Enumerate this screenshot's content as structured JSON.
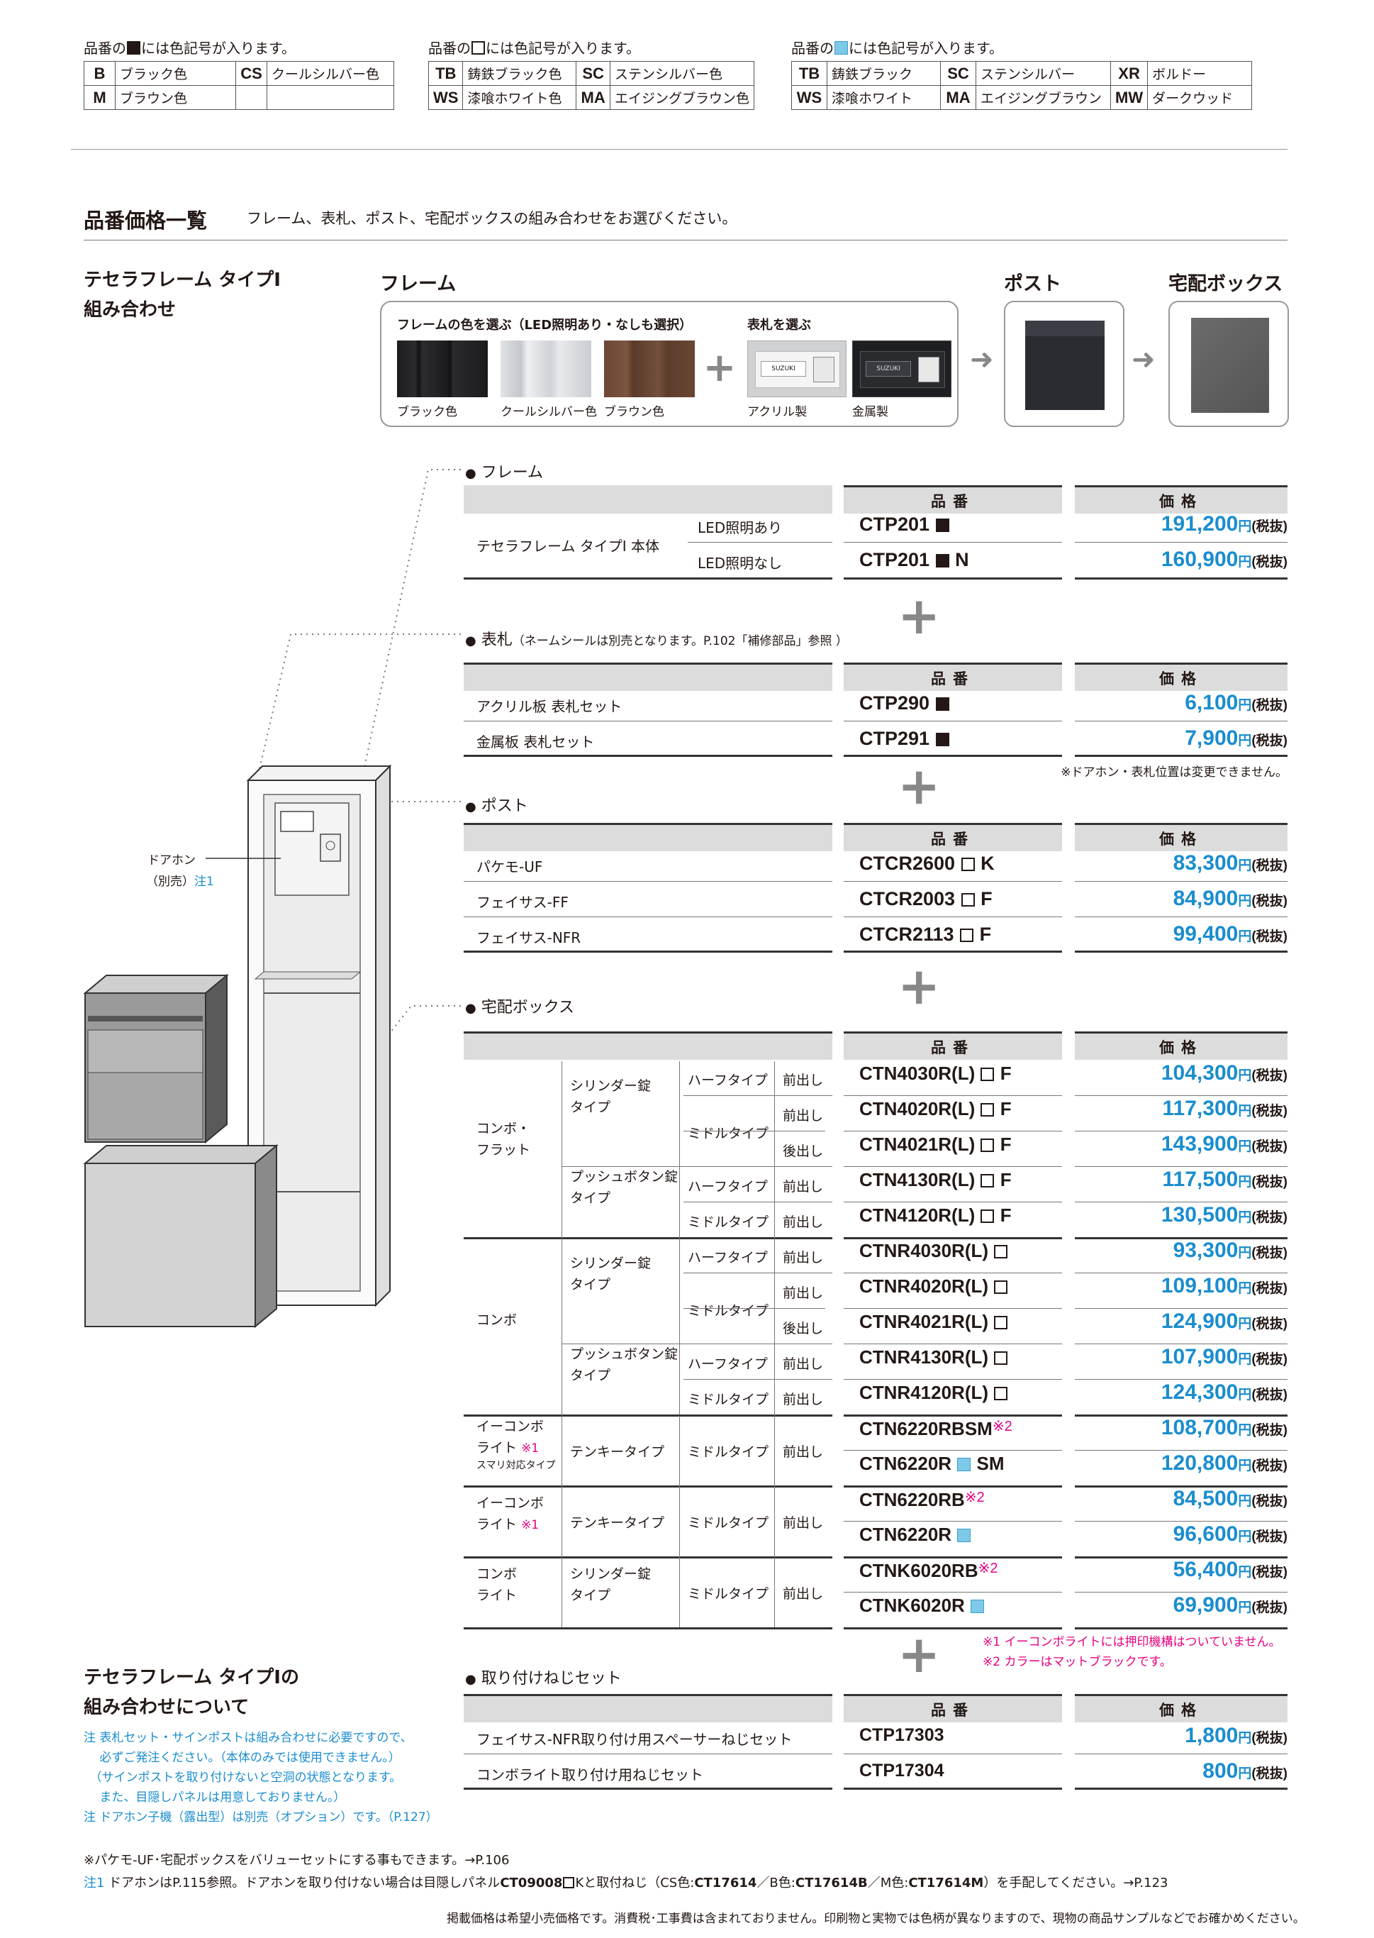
{
  "color_tables": [
    {
      "title_pre": "品番の",
      "title_mark": "fill",
      "title_post": "には色記号が入ります。",
      "rows": [
        [
          {
            "c": "B",
            "n": "ブラック色"
          },
          {
            "c": "CS",
            "n": "クールシルバー色"
          }
        ],
        [
          {
            "c": "M",
            "n": "ブラウン色"
          },
          {
            "c": "",
            "n": ""
          }
        ]
      ]
    },
    {
      "title_pre": "品番の",
      "title_mark": "open",
      "title_post": "には色記号が入ります。",
      "rows": [
        [
          {
            "c": "TB",
            "n": "鋳鉄ブラック色"
          },
          {
            "c": "SC",
            "n": "ステンシルバー色"
          }
        ],
        [
          {
            "c": "WS",
            "n": "漆喰ホワイト色"
          },
          {
            "c": "MA",
            "n": "エイジングブラウン色"
          }
        ]
      ]
    },
    {
      "title_pre": "品番の",
      "title_mark": "blue",
      "title_post": "には色記号が入ります。",
      "rows": [
        [
          {
            "c": "TB",
            "n": "鋳鉄ブラック"
          },
          {
            "c": "SC",
            "n": "ステンシルバー"
          },
          {
            "c": "XR",
            "n": "ボルドー"
          }
        ],
        [
          {
            "c": "WS",
            "n": "漆喰ホワイト"
          },
          {
            "c": "MA",
            "n": "エイジングブラウン"
          },
          {
            "c": "MW",
            "n": "ダークウッド"
          }
        ]
      ]
    }
  ],
  "section": {
    "title": "品番価格一覧",
    "subtitle": "フレーム、表札、ポスト、宅配ボックスの組み合わせをお選びください。"
  },
  "left_title": [
    "テセラフレーム タイプⅠ",
    "組み合わせ"
  ],
  "col_headers": {
    "frame": "フレーム",
    "post": "ポスト",
    "box": "宅配ボックス"
  },
  "selector": {
    "frame_label": "フレームの色を選ぶ（LED照明あり・なしも選択）",
    "plate_label": "表札を選ぶ",
    "swatches": [
      {
        "name": "ブラック色",
        "color": "#1c1c1e"
      },
      {
        "name": "クールシルバー色",
        "color": "#d4d6d9"
      },
      {
        "name": "ブラウン色",
        "color": "#6a4634"
      }
    ],
    "plates": [
      {
        "name": "アクリル製",
        "brand": "SUZUKI"
      },
      {
        "name": "金属製",
        "brand": "SUZUKI"
      }
    ]
  },
  "doorphone": {
    "line1": "ドアホン",
    "line2": "（別売）",
    "note": "注1"
  },
  "table_headers": {
    "code": "品番",
    "price": "価格"
  },
  "tax": "(税抜)",
  "yen": "円",
  "frame": {
    "head": "フレーム",
    "name": "テセラフレーム タイプⅠ 本体",
    "rows": [
      {
        "sub": "LED照明あり",
        "code": "CTP201",
        "mark": "fill",
        "suffix": "",
        "price": "191,200"
      },
      {
        "sub": "LED照明なし",
        "code": "CTP201",
        "mark": "fill",
        "suffix": "N",
        "price": "160,900"
      }
    ]
  },
  "plate": {
    "head": "表札",
    "head_note": "（ネームシールは別売となります。P.102「補修部品」参照 ）",
    "rows": [
      {
        "name": "アクリル板 表札セット",
        "code": "CTP290",
        "mark": "fill",
        "suffix": "",
        "price": "6,100"
      },
      {
        "name": "金属板 表札セット",
        "code": "CTP291",
        "mark": "fill",
        "suffix": "",
        "price": "7,900"
      }
    ],
    "note": "※ドアホン・表札位置は変更できません。"
  },
  "post": {
    "head": "ポスト",
    "rows": [
      {
        "name": "パケモ-UF",
        "code": "CTCR2600",
        "mark": "open",
        "suffix": "K",
        "price": "83,300"
      },
      {
        "name": "フェイサス-FF",
        "code": "CTCR2003",
        "mark": "open",
        "suffix": "F",
        "price": "84,900"
      },
      {
        "name": "フェイサス-NFR",
        "code": "CTCR2113",
        "mark": "open",
        "suffix": "F",
        "price": "99,400"
      }
    ]
  },
  "box": {
    "head": "宅配ボックス",
    "groups": [
      {
        "l1": "コンボ・",
        "l2": "フラット"
      },
      {
        "l1": "コンボ",
        "l2": ""
      },
      {
        "l1": "イーコンボ",
        "l2": "ライト",
        "l2note": "※1",
        "l3": "スマリ対応タイプ"
      },
      {
        "l1": "イーコンボ",
        "l2": "ライト",
        "l2note": "※1"
      },
      {
        "l1": "コンボ",
        "l2": "ライト"
      }
    ],
    "locks": {
      "cyl": [
        "シリンダー錠",
        "タイプ"
      ],
      "push": [
        "プッシュボタン錠",
        "タイプ"
      ],
      "tenkey": "テンキータイプ"
    },
    "types": {
      "half": "ハーフタイプ",
      "middle": "ミドルタイプ"
    },
    "open": {
      "front": "前出し",
      "back": "後出し"
    },
    "rows": [
      {
        "code": "CTN4030R(L)",
        "mark": "open",
        "suffix": "F",
        "price": "104,300"
      },
      {
        "code": "CTN4020R(L)",
        "mark": "open",
        "suffix": "F",
        "price": "117,300"
      },
      {
        "code": "CTN4021R(L)",
        "mark": "open",
        "suffix": "F",
        "price": "143,900"
      },
      {
        "code": "CTN4130R(L)",
        "mark": "open",
        "suffix": "F",
        "price": "117,500"
      },
      {
        "code": "CTN4120R(L)",
        "mark": "open",
        "suffix": "F",
        "price": "130,500"
      },
      {
        "code": "CTNR4030R(L)",
        "mark": "open",
        "suffix": "",
        "price": "93,300"
      },
      {
        "code": "CTNR4020R(L)",
        "mark": "open",
        "suffix": "",
        "price": "109,100"
      },
      {
        "code": "CTNR4021R(L)",
        "mark": "open",
        "suffix": "",
        "price": "124,900"
      },
      {
        "code": "CTNR4130R(L)",
        "mark": "open",
        "suffix": "",
        "price": "107,900"
      },
      {
        "code": "CTNR4120R(L)",
        "mark": "open",
        "suffix": "",
        "price": "124,300"
      },
      {
        "code": "CTN6220RBSM",
        "mark": "",
        "suffix": "",
        "note": "※2",
        "price": "108,700"
      },
      {
        "code": "CTN6220R",
        "mark": "blue",
        "suffix": "SM",
        "price": "120,800"
      },
      {
        "code": "CTN6220RB",
        "mark": "",
        "suffix": "",
        "note": "※2",
        "price": "84,500"
      },
      {
        "code": "CTN6220R",
        "mark": "blue",
        "suffix": "",
        "price": "96,600"
      },
      {
        "code": "CTNK6020RB",
        "mark": "",
        "suffix": "",
        "note": "※2",
        "price": "56,400"
      },
      {
        "code": "CTNK6020R",
        "mark": "blue",
        "suffix": "",
        "price": "69,900"
      }
    ],
    "notes": [
      "※1 イーコンボライトには押印機構はついていません。",
      "※2 カラーはマットブラックです。"
    ]
  },
  "screw": {
    "head": "取り付けねじセット",
    "rows": [
      {
        "name": "フェイサス-NFR取り付け用スペーサーねじセット",
        "code": "CTP17303",
        "price": "1,800"
      },
      {
        "name": "コンボライト取り付け用ねじセット",
        "code": "CTP17304",
        "price": "800"
      }
    ]
  },
  "about": {
    "title": [
      "テセラフレーム タイプⅠの",
      "組み合わせについて"
    ],
    "notes": [
      "注 表札セット・サインポストは組み合わせに必要ですので、",
      "　 必ずご発注ください。（本体のみでは使用できません。）",
      "　（サインポストを取り付けないと空洞の状態となります。",
      "　 また、目隠しパネルは用意しておりません。）",
      "注 ドアホン子機（露出型）は別売（オプション）です。（P.127）"
    ]
  },
  "footer": {
    "n1": "※パケモ-UF･宅配ボックスをバリューセットにする事もできます。→P.106",
    "n2_label": "注1",
    "n2_a": " ドアホンはP.115参照。ドアホンを取り付けない場合は目隠しパネル",
    "n2_code": "CT09008",
    "n2_b": "Kと取付ねじ（CS色:",
    "n2_c1": "CT17614",
    "n2_d": "／B色:",
    "n2_c2": "CT17614B",
    "n2_e": "／M色:",
    "n2_c3": "CT17614M",
    "n2_f": "）を手配してください。→P.123",
    "n3": "掲載価格は希望小売価格です。消費税･工事費は含まれておりません。印刷物と実物では色柄が異なりますので、現物の商品サンプルなどでお確かめください。"
  }
}
